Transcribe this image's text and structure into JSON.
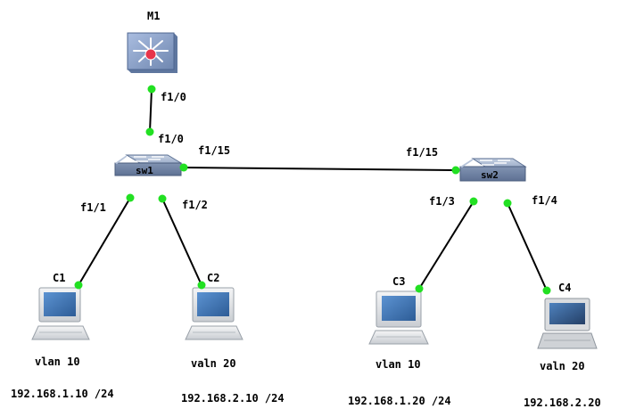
{
  "devices": {
    "m1": {
      "label": "M1",
      "type": "multilayer-switch"
    },
    "sw1": {
      "label": "sw1",
      "type": "switch"
    },
    "sw2": {
      "label": "sw2",
      "type": "switch"
    },
    "c1": {
      "label": "C1",
      "vlan": "vlan 10",
      "ip": "192.168.1.10 /24"
    },
    "c2": {
      "label": "C2",
      "vlan": "valn 20",
      "ip": "192.168.2.10 /24"
    },
    "c3": {
      "label": "C3",
      "vlan": "vlan 10",
      "ip": "192.168.1.20 /24"
    },
    "c4": {
      "label": "C4",
      "vlan": "valn 20",
      "ip": "192.168.2.20"
    }
  },
  "ports": {
    "m1_sw1_a": "f1/0",
    "m1_sw1_b": "f1/0",
    "sw1_sw2_a": "f1/15",
    "sw1_sw2_b": "f1/15",
    "sw1_c1": "f1/1",
    "sw1_c2": "f1/2",
    "sw2_c3": "f1/3",
    "sw2_c4": "f1/4"
  },
  "colors": {
    "port_indicator": "#22e022",
    "router_body": "#8fa7c9",
    "switch_body": "#8ea0bc",
    "pc_screen": "#3c74b5",
    "pc_case": "#e6e8ea"
  }
}
